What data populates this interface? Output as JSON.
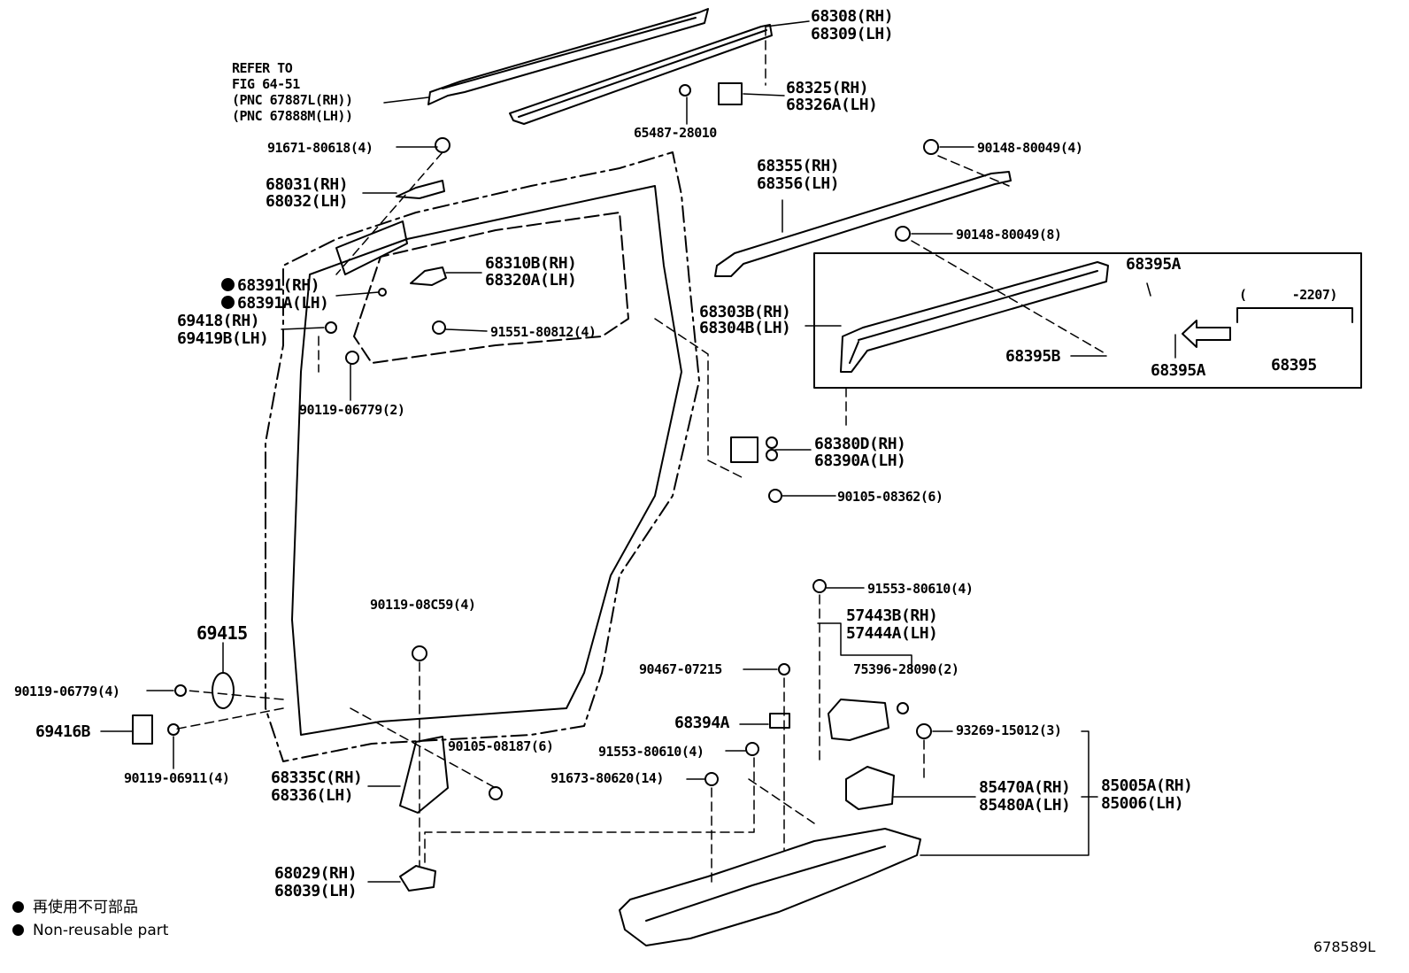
{
  "refer": {
    "line1": "REFER TO",
    "line2": "FIG 64-51",
    "line3": "(PNC 67887L(RH))",
    "line4": "(PNC 67888M(LH))"
  },
  "labels": {
    "p68308": "68308(RH)",
    "p68309": "68309(LH)",
    "p68325": "68325(RH)",
    "p68326": "68326A(LH)",
    "p65487": "65487-28010",
    "p91671": "91671-80618(4)",
    "p68031": "68031(RH)",
    "p68032": "68032(LH)",
    "p90148a": "90148-80049(4)",
    "p68355": "68355(RH)",
    "p68356": "68356(LH)",
    "p90148b": "90148-80049(8)",
    "p68310": "68310B(RH)",
    "p68320": "68320A(LH)",
    "p68391": "68391(RH)",
    "p68391a": "68391A(LH)",
    "p69418": "69418(RH)",
    "p69419": "69419B(LH)",
    "p91551": "91551-80812(4)",
    "p90119a": "90119-06779(2)",
    "p68395a1": "68395A",
    "p68303": "68303B(RH)",
    "p68304": "68304B(LH)",
    "p68395b": "68395B",
    "p68395a2": "68395A",
    "p2207": "(      -2207)",
    "p68395": "68395",
    "p68380": "68380D(RH)",
    "p68390": "68390A(LH)",
    "p90105a": "90105-08362(6)",
    "p91553a": "91553-80610(4)",
    "p57443": "57443B(RH)",
    "p57444": "57444A(LH)",
    "p90119b": "90119-08C59(4)",
    "p69415": "69415",
    "p90467": "90467-07215",
    "p75396": "75396-28090(2)",
    "p90119c": "90119-06779(4)",
    "p68394": "68394A",
    "p93269": "93269-15012(3)",
    "p69416": "69416B",
    "p90105b": "90105-08187(6)",
    "p91553b": "91553-80610(4)",
    "p85470": "85470A(RH)",
    "p85480": "85480A(LH)",
    "p85005": "85005A(RH)",
    "p85006": "85006(LH)",
    "p90119d": "90119-06911(4)",
    "p68335": "68335C(RH)",
    "p68336": "68336(LH)",
    "p91673": "91673-80620(14)",
    "p68029": "68029(RH)",
    "p68039": "68039(LH)"
  },
  "legend": {
    "line1": "再使用不可部品",
    "line2": "Non-reusable part"
  },
  "figure_id": "678589L"
}
